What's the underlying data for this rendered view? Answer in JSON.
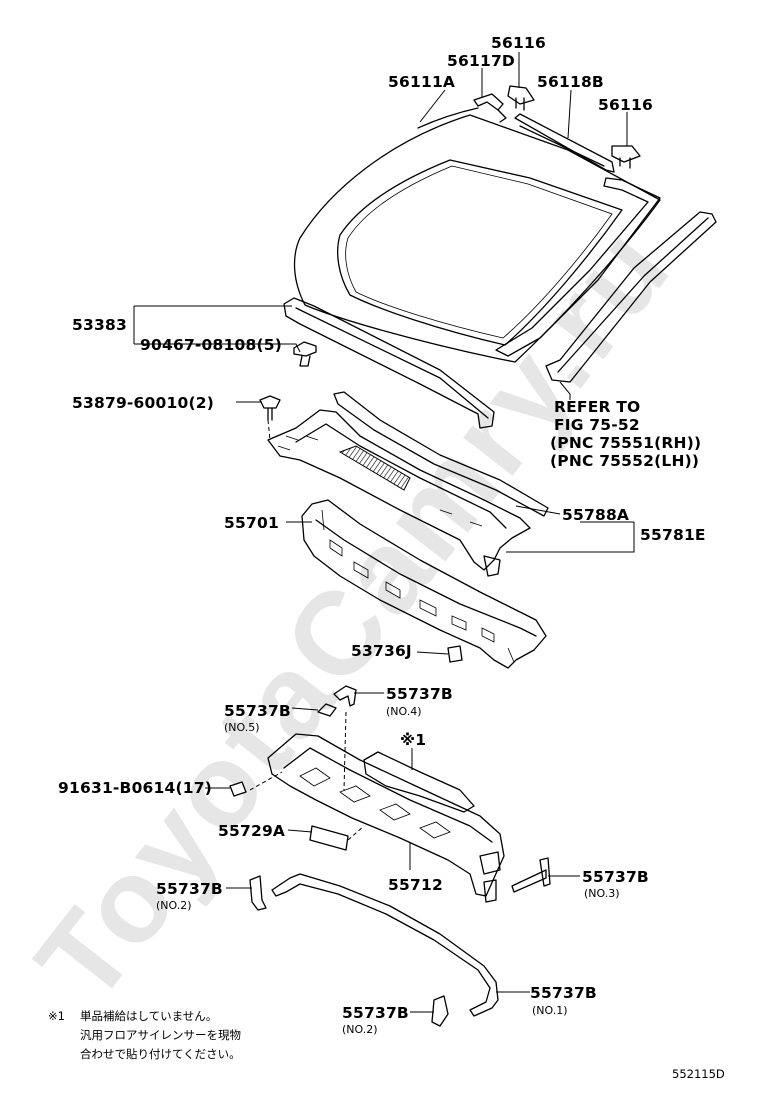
{
  "diagram": {
    "watermark": "ToyotaCamry.ru",
    "figure_id": "552115D",
    "parts": {
      "p56116_top": "56116",
      "p56117D": "56117D",
      "p56111A": "56111A",
      "p56118B": "56118B",
      "p56116_right": "56116",
      "p53383": "53383",
      "p90467": "90467-08108(5)",
      "p53879": "53879-60010(2)",
      "p55788A": "55788A",
      "p55781E": "55781E",
      "p55701": "55701",
      "p53736J": "53736J",
      "p55737B_a": "55737B",
      "p55737B_b": "55737B",
      "p91631": "91631-B0614(17)",
      "p55729A": "55729A",
      "p55712": "55712",
      "p55737B_c": "55737B",
      "p55737B_d": "55737B",
      "p55737B_e": "55737B",
      "p55737B_f": "55737B"
    },
    "subs": {
      "no5": "(NO.5)",
      "no4": "(NO.4)",
      "no3": "(NO.3)",
      "no2_left": "(NO.2)",
      "no2_bottom": "(NO.2)",
      "no1": "(NO.1)"
    },
    "refer": {
      "line1": "REFER TO",
      "line2": "FIG 75-52",
      "line3": "(PNC 75551(RH))",
      "line4": "(PNC 75552(LH))"
    },
    "star_mark": "※1",
    "footnote": {
      "mark": "※1",
      "line1": "単品補給はしていません。",
      "line2": "汎用フロアサイレンサーを現物",
      "line3": "合わせで貼り付けてください。"
    }
  }
}
